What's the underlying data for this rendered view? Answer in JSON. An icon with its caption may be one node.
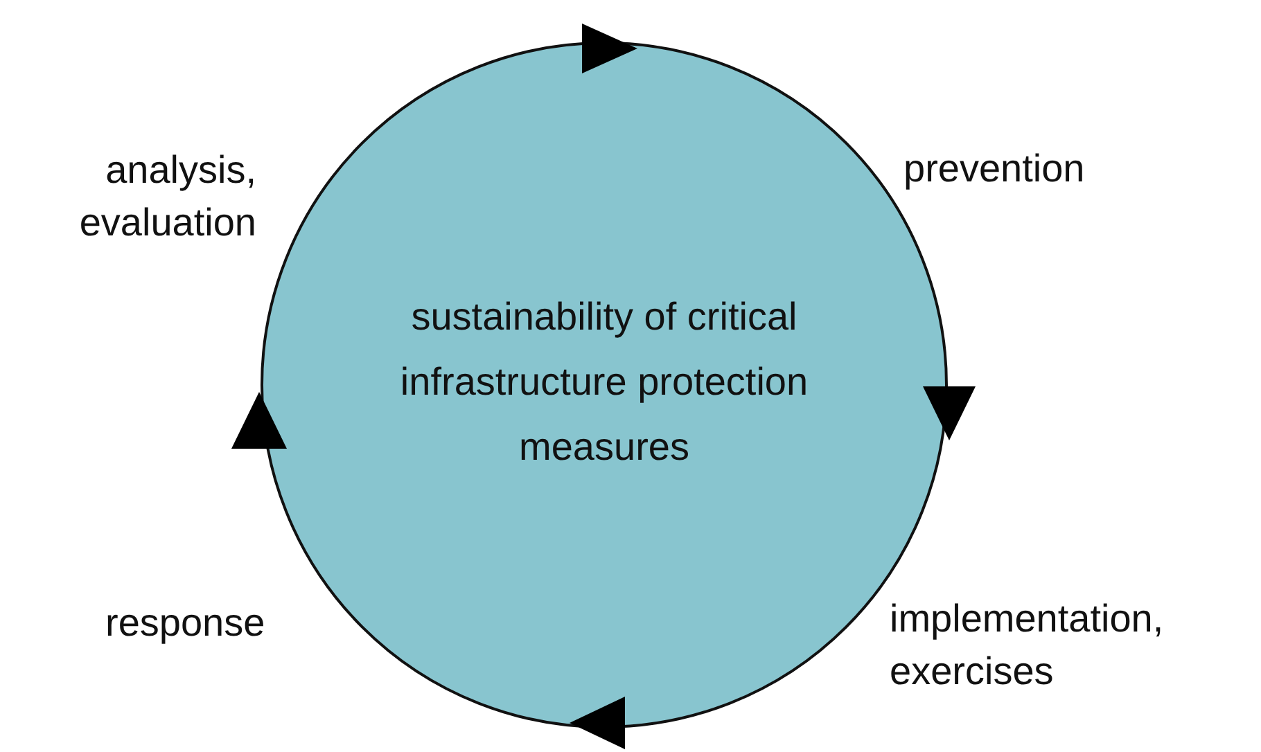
{
  "diagram": {
    "nodes": [
      {
        "text": [
          "sustainability of critical infrastructure protection measures"
        ]
      }
    ],
    "labels": [
      "analysis, evaluation",
      "prevention",
      "response",
      "implementation, exercises"
    ]
  }
}
